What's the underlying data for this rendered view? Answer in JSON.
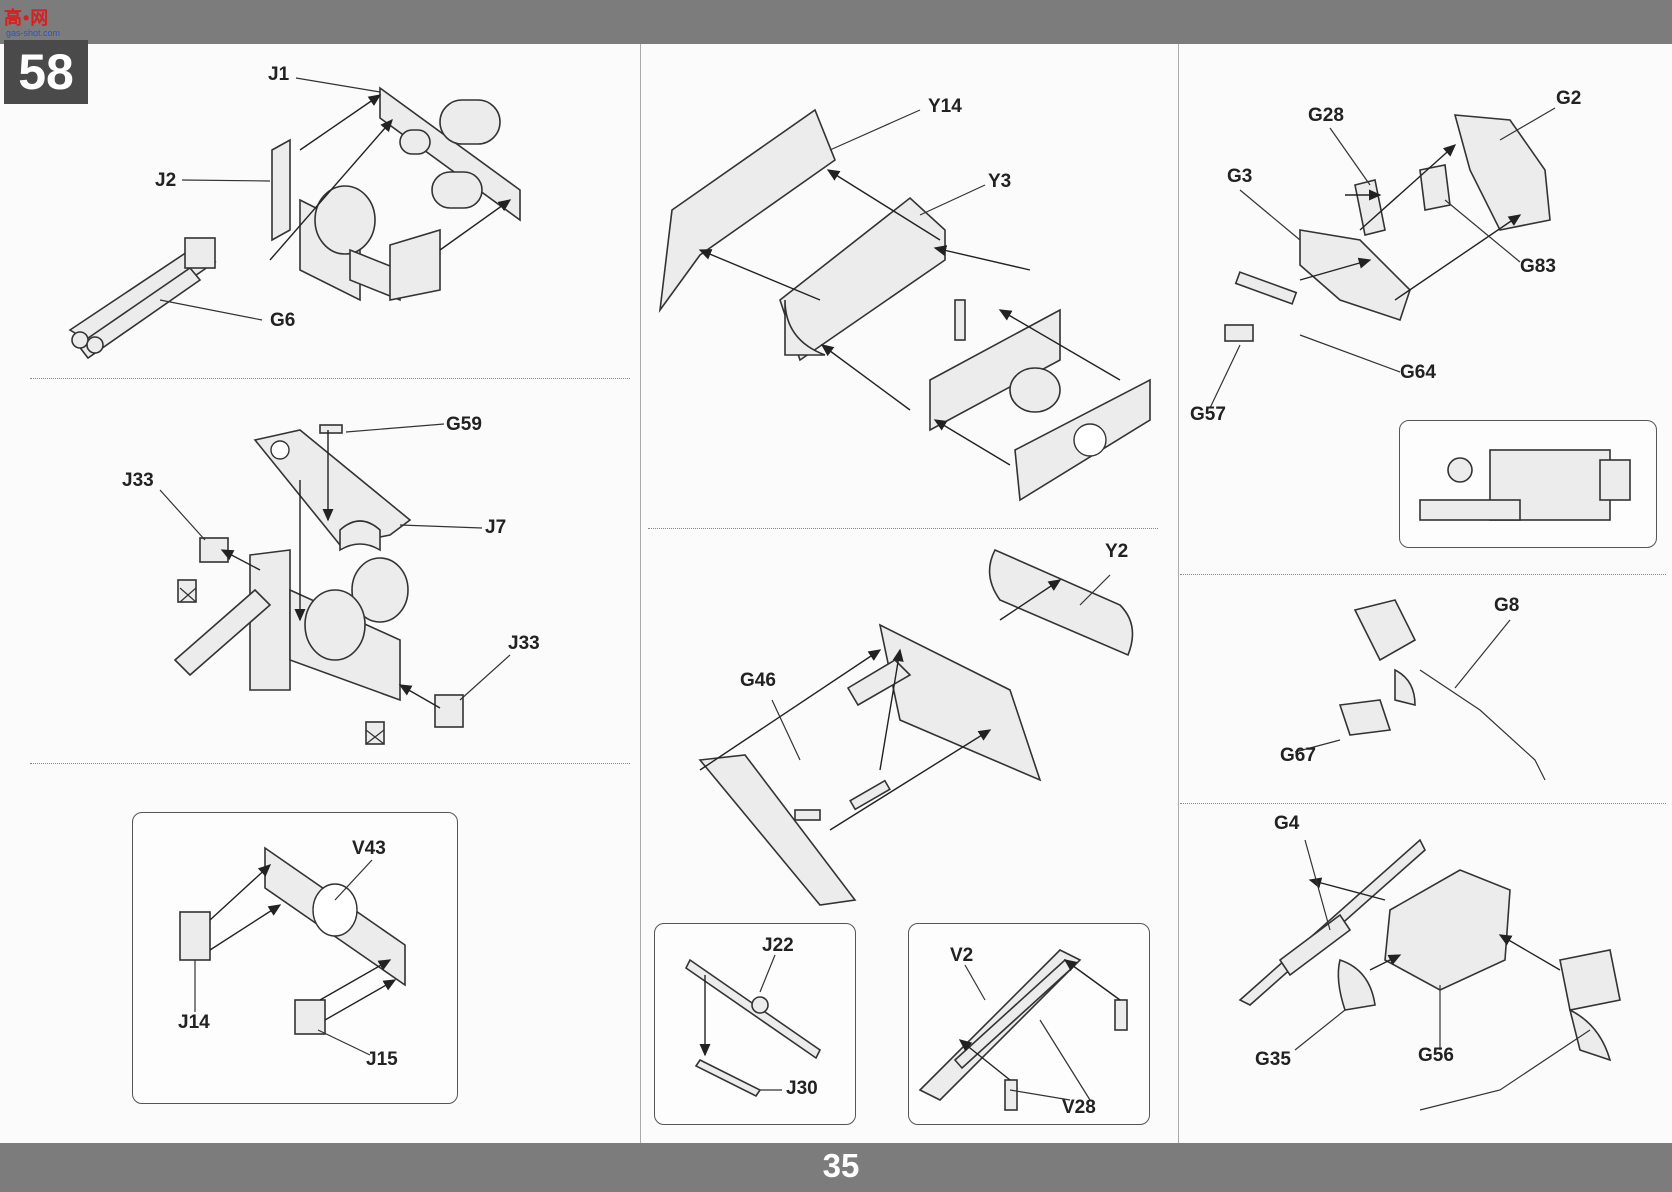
{
  "header": {
    "logo_text": "高•网",
    "logo_sub": "gas-shot.com",
    "step_number": "58"
  },
  "footer": {
    "page_number": "35"
  },
  "labels": {
    "J1": "J1",
    "J2": "J2",
    "G6": "G6",
    "G59": "G59",
    "J33a": "J33",
    "J7": "J7",
    "J33b": "J33",
    "V43": "V43",
    "J14": "J14",
    "J15": "J15",
    "Y14": "Y14",
    "Y3": "Y3",
    "Y2": "Y2",
    "G46": "G46",
    "J22": "J22",
    "J30": "J30",
    "V2": "V2",
    "V28": "V28",
    "G28": "G28",
    "G2": "G2",
    "G3": "G3",
    "G83": "G83",
    "G64": "G64",
    "G57": "G57",
    "G8": "G8",
    "G67": "G67",
    "G4": "G4",
    "G35": "G35",
    "G56": "G56"
  },
  "colors": {
    "bar": "#7c7c7c",
    "step_box": "#4a4a4a",
    "logo": "#d42020"
  }
}
